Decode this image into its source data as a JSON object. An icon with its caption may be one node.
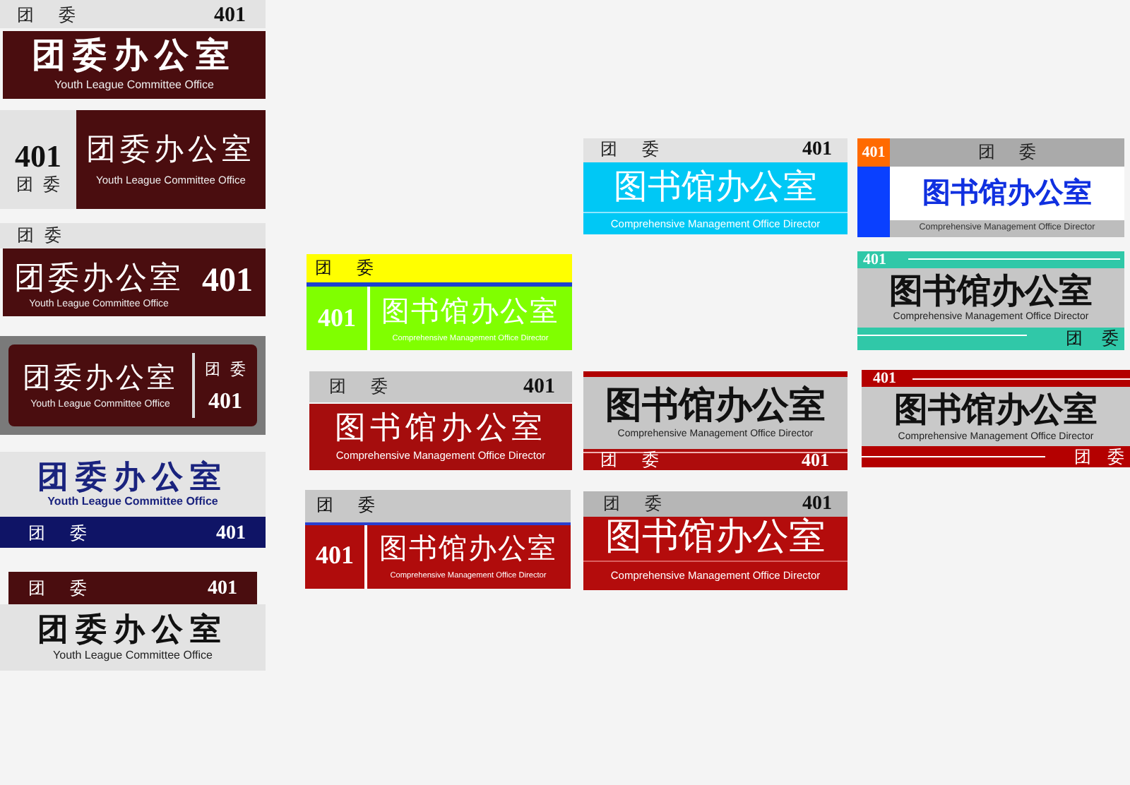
{
  "diagram": {
    "nodes": [
      {
        "text": [
          "团 委",
          "401",
          "团委办公室",
          "Youth League Committee Office"
        ]
      },
      {
        "text": [
          "401",
          "团 委",
          "团委办公室",
          "Youth League Committee Office"
        ]
      },
      {
        "text": [
          "团 委",
          "团委办公室",
          "Youth League Committee Office",
          "401"
        ]
      },
      {
        "text": [
          "团委办公室",
          "Youth League Committee Office",
          "团 委",
          "401"
        ]
      },
      {
        "text": [
          "团委办公室",
          "Youth League Committee Office",
          "团 委",
          "401"
        ]
      },
      {
        "text": [
          "团 委",
          "401",
          "团委办公室",
          "Youth League Committee Office"
        ]
      },
      {
        "text": [
          "团 委",
          "401",
          "图书馆办公室",
          "Comprehensive Management Office Director"
        ]
      },
      {
        "text": [
          "团 委",
          "401",
          "图书馆办公室",
          "Comprehensive Management Office Director"
        ]
      },
      {
        "text": [
          "团 委",
          "401",
          "图书馆办公室",
          "Comprehensive Management Office Director"
        ]
      },
      {
        "text": [
          "团 委",
          "401",
          "图书馆办公室",
          "Comprehensive Management Office Director"
        ]
      },
      {
        "text": [
          "401",
          "团 委",
          "图书馆办公室",
          "Comprehensive Management Office Director"
        ]
      },
      {
        "text": [
          "401",
          "图书馆办公室",
          "Comprehensive Management Office Director",
          "团 委"
        ]
      },
      {
        "text": [
          "图书馆办公室",
          "Comprehensive Management Office Director",
          "团 委",
          "401"
        ]
      },
      {
        "text": [
          "401",
          "图书馆办公室",
          "Comprehensive Management Office Director",
          "团 委"
        ]
      },
      {
        "text": [
          "团 委",
          "401",
          "图书馆办公室",
          "Comprehensive Management Office Director"
        ]
      }
    ]
  }
}
